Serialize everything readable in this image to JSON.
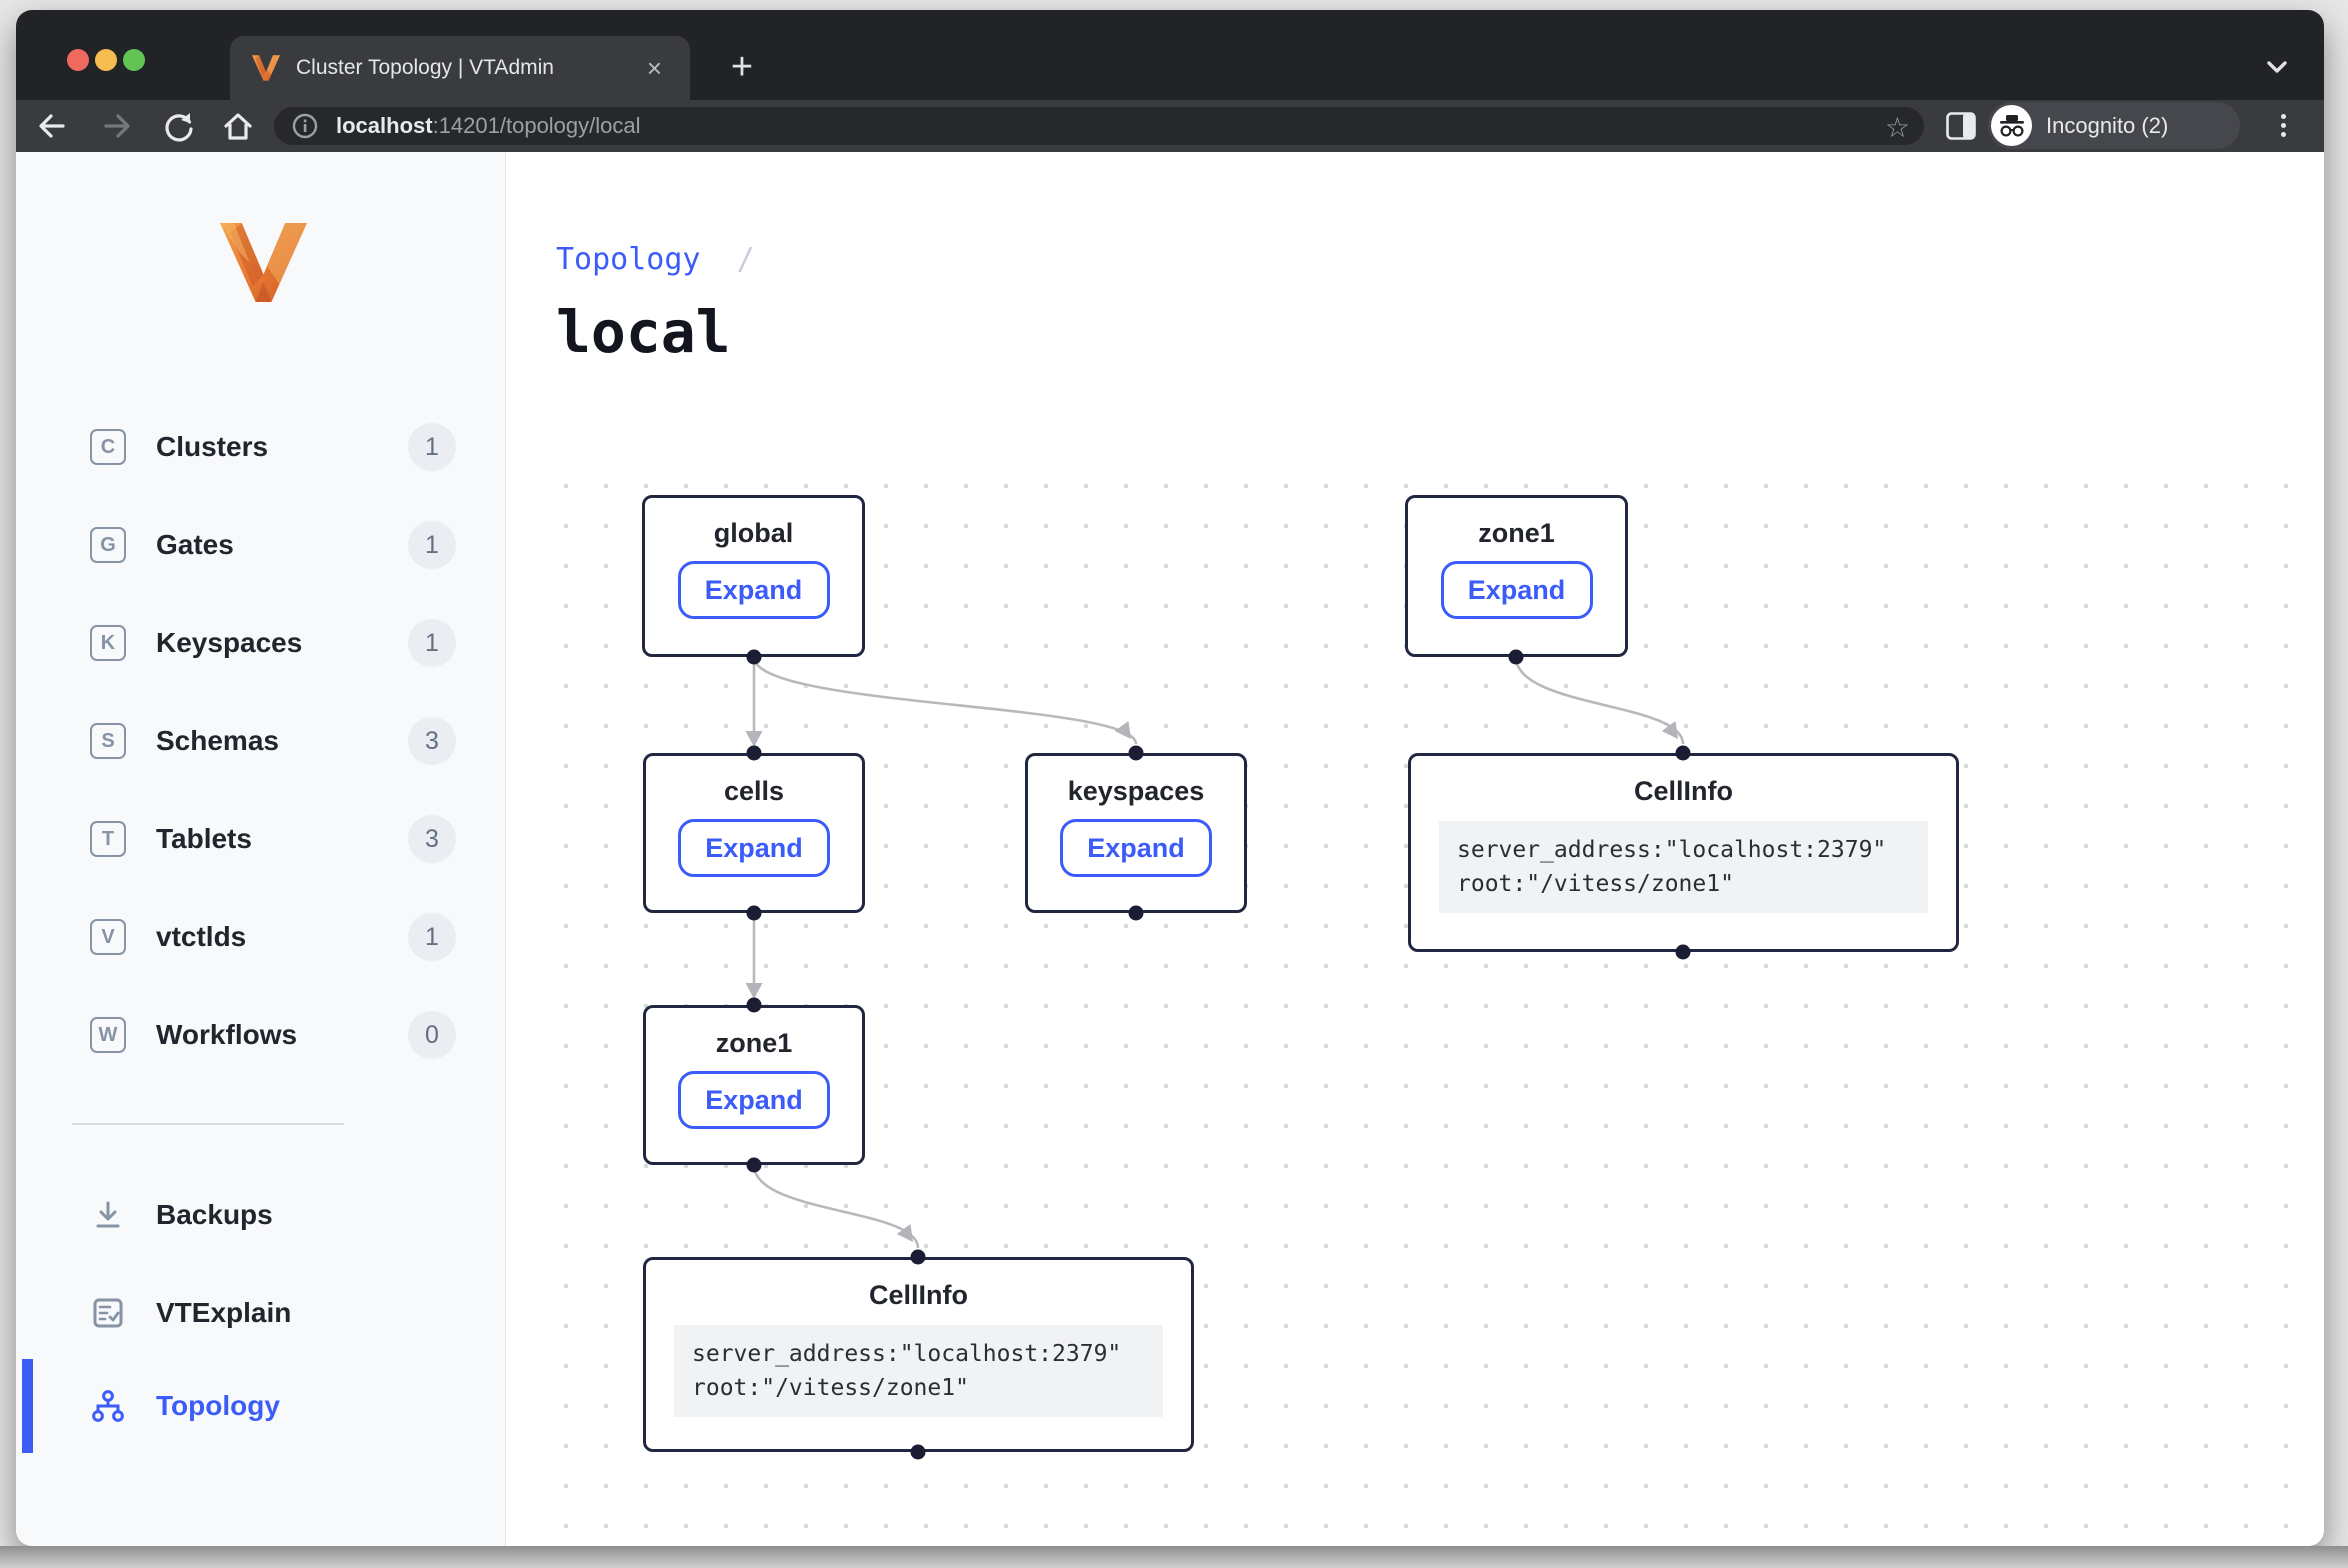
{
  "colors": {
    "accent": "#3c5cfa",
    "node_border": "#222741",
    "edge": "#b8b9bd",
    "port": "#1a1d33",
    "sidebar_bg": "#f8f9fb"
  },
  "browser": {
    "tab": {
      "title": "Cluster Topology | VTAdmin",
      "close": "×",
      "new_tab": "+"
    },
    "address": {
      "host": "localhost",
      "path": ":14201/topology/local"
    },
    "incognito_label": "Incognito (2)"
  },
  "sidebar": {
    "items": [
      {
        "letter": "C",
        "label": "Clusters",
        "badge": "1"
      },
      {
        "letter": "G",
        "label": "Gates",
        "badge": "1"
      },
      {
        "letter": "K",
        "label": "Keyspaces",
        "badge": "1"
      },
      {
        "letter": "S",
        "label": "Schemas",
        "badge": "3"
      },
      {
        "letter": "T",
        "label": "Tablets",
        "badge": "3"
      },
      {
        "letter": "V",
        "label": "vtctlds",
        "badge": "1"
      },
      {
        "letter": "W",
        "label": "Workflows",
        "badge": "0"
      }
    ],
    "tools": [
      {
        "label": "Backups"
      },
      {
        "label": "VTExplain"
      },
      {
        "label": "Topology"
      }
    ]
  },
  "main": {
    "breadcrumb": {
      "link": "Topology",
      "separator": "/"
    },
    "title": "local"
  },
  "graph": {
    "nodes": [
      {
        "id": "global",
        "label": "global",
        "button": "Expand"
      },
      {
        "id": "zone1-top",
        "label": "zone1",
        "button": "Expand"
      },
      {
        "id": "cells",
        "label": "cells",
        "button": "Expand"
      },
      {
        "id": "keyspaces",
        "label": "keyspaces",
        "button": "Expand"
      },
      {
        "id": "cellinfo-right",
        "label": "CellInfo",
        "code_line1": "server_address:\"localhost:2379\"",
        "code_line2": "root:\"/vitess/zone1\""
      },
      {
        "id": "zone1-bottom",
        "label": "zone1",
        "button": "Expand"
      },
      {
        "id": "cellinfo-bottom",
        "label": "CellInfo",
        "code_line1": "server_address:\"localhost:2379\"",
        "code_line2": "root:\"/vitess/zone1\""
      }
    ]
  }
}
